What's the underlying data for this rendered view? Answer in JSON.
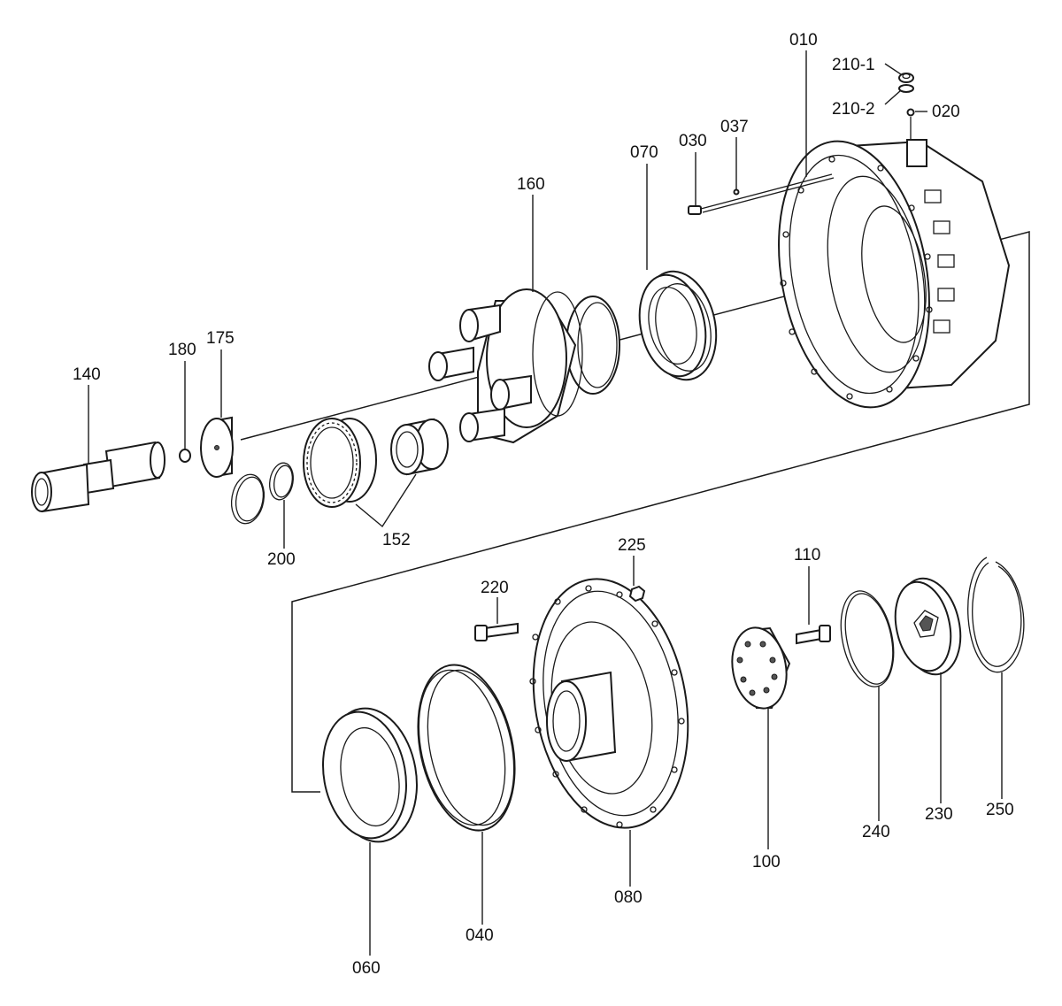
{
  "labels": {
    "p010": "010",
    "p210_1": "210-1",
    "p210_2": "210-2",
    "p020": "020",
    "p030": "030",
    "p037": "037",
    "p070": "070",
    "p160": "160",
    "p180": "180",
    "p175": "175",
    "p140": "140",
    "p200": "200",
    "p152": "152",
    "p225": "225",
    "p220": "220",
    "p110": "110",
    "p060": "060",
    "p040": "040",
    "p080": "080",
    "p100": "100",
    "p240": "240",
    "p230": "230",
    "p250": "250"
  }
}
